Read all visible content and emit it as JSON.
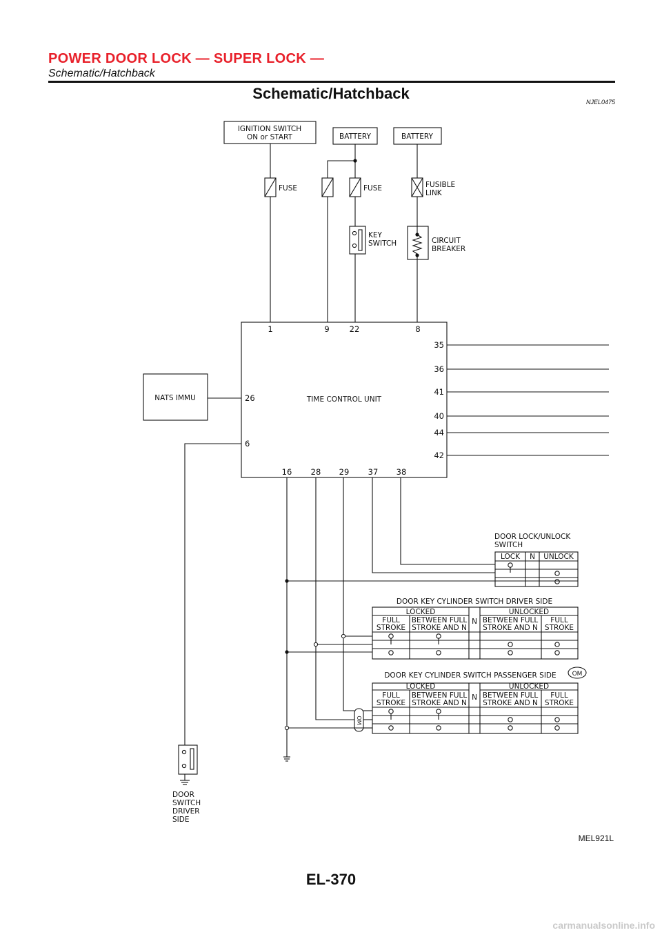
{
  "header": {
    "title": "POWER DOOR LOCK — SUPER LOCK —",
    "subtitle": "Schematic/Hatchback"
  },
  "section": {
    "title": "Schematic/Hatchback",
    "ref": "NJEL0475"
  },
  "diagram": {
    "ignition_line1": "IGNITION SWITCH",
    "ignition_line2": "ON or START",
    "battery": "BATTERY",
    "fuse": "FUSE",
    "fusible_line1": "FUSIBLE",
    "fusible_line2": "LINK",
    "key_line1": "KEY",
    "key_line2": "SWITCH",
    "breaker_line1": "CIRCUIT",
    "breaker_line2": "BREAKER",
    "unit_label": "TIME CONTROL UNIT",
    "nats": "NATS IMMU",
    "top_pins": [
      "1",
      "9",
      "22",
      "8"
    ],
    "right_pins": [
      "35",
      "36",
      "41",
      "40",
      "44",
      "42"
    ],
    "left_pins": [
      "26",
      "6"
    ],
    "bottom_pins": [
      "16",
      "28",
      "29",
      "37",
      "38"
    ],
    "dlu_title_line1": "DOOR LOCK/UNLOCK",
    "dlu_title_line2": "SWITCH",
    "lock": "LOCK",
    "n": "N",
    "unlock": "UNLOCK",
    "drv_title": "DOOR KEY CYLINDER SWITCH DRIVER SIDE",
    "pas_title": "DOOR KEY CYLINDER SWITCH PASSENGER SIDE",
    "om": "OM",
    "locked": "LOCKED",
    "unlocked": "UNLOCKED",
    "full_line1": "FULL",
    "full_line2": "STROKE",
    "between_line1": "BETWEEN FULL",
    "between_line2": "STROKE AND N",
    "between2_line2": "STROKE AND N",
    "door_line1": "DOOR",
    "door_line2": "SWITCH",
    "door_line3": "DRIVER",
    "door_line4": "SIDE"
  },
  "figure_code": "MEL921L",
  "page_number": "EL-370",
  "footer_url": "carmanualsonline.info"
}
